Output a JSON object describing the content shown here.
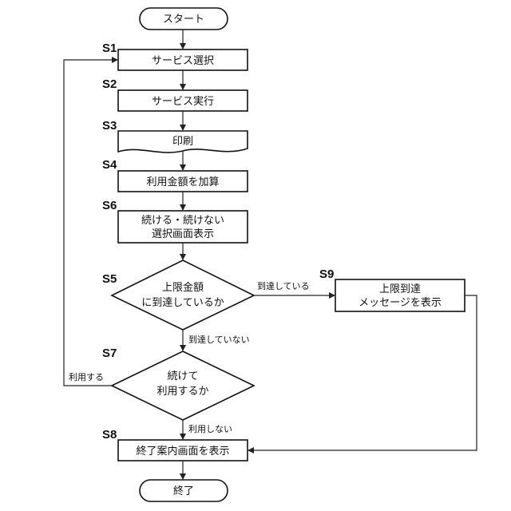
{
  "nodes": {
    "start": "スタート",
    "s1": "サービス選択",
    "s2": "サービス実行",
    "s3": "印刷",
    "s4": "利用金額を加算",
    "s6_line1": "続ける・続けない",
    "s6_line2": "選択画面表示",
    "s5_line1": "上限金額",
    "s5_line2": "に到達しているか",
    "s9_line1": "上限到達",
    "s9_line2": "メッセージを表示",
    "s7_line1": "続けて",
    "s7_line2": "利用するか",
    "s8": "終了案内画面を表示",
    "end": "終了"
  },
  "step_labels": {
    "s1": "S1",
    "s2": "S2",
    "s3": "S3",
    "s4": "S4",
    "s6": "S6",
    "s5": "S5",
    "s9": "S9",
    "s7": "S7",
    "s8": "S8"
  },
  "edge_labels": {
    "s5_yes": "到達している",
    "s5_no": "到達していない",
    "s7_yes": "利用する",
    "s7_no": "利用しない"
  }
}
